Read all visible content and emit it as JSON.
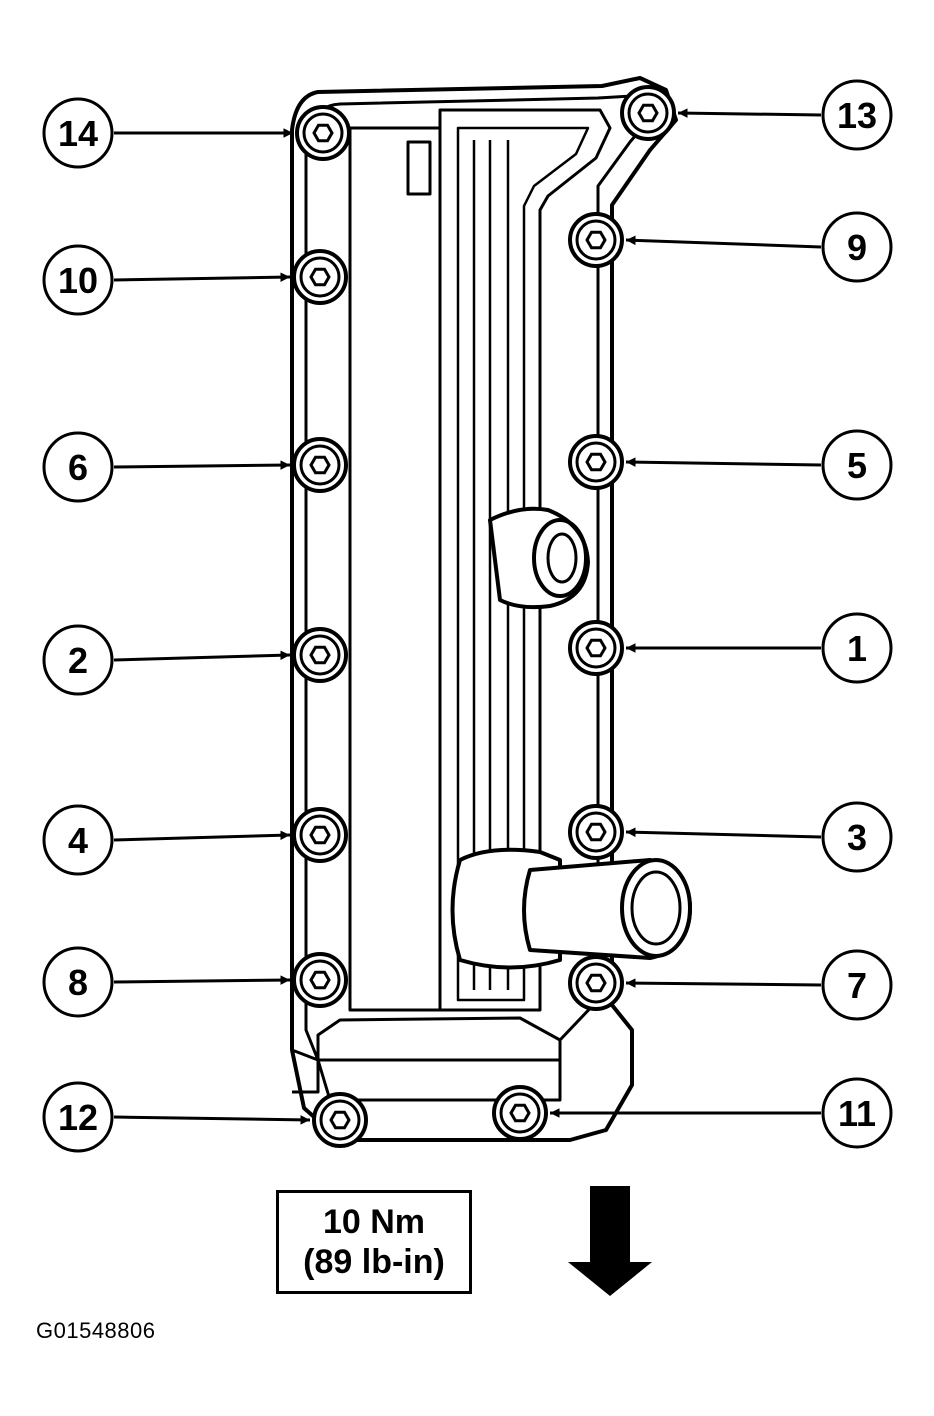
{
  "callouts": [
    {
      "label": "1"
    },
    {
      "label": "2"
    },
    {
      "label": "3"
    },
    {
      "label": "4"
    },
    {
      "label": "5"
    },
    {
      "label": "6"
    },
    {
      "label": "7"
    },
    {
      "label": "8"
    },
    {
      "label": "9"
    },
    {
      "label": "10"
    },
    {
      "label": "11"
    },
    {
      "label": "12"
    },
    {
      "label": "13"
    },
    {
      "label": "14"
    }
  ],
  "torque": {
    "metric": "10 Nm",
    "imperial": "(89 lb-in)"
  },
  "figure_id": "G01548806",
  "colors": {
    "ink": "#000000",
    "paper": "#ffffff"
  },
  "icons": {
    "direction_arrow": "down-arrow-icon"
  }
}
